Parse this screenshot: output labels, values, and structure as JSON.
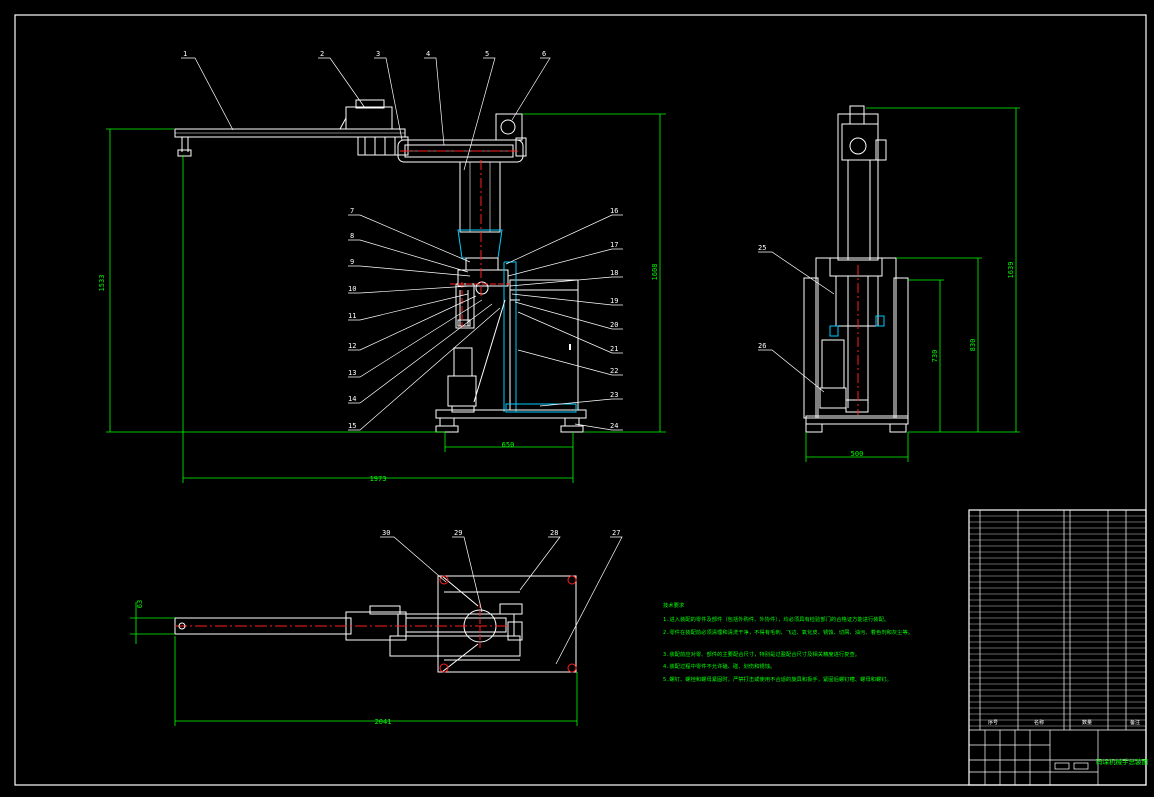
{
  "balloons": {
    "front": [
      "1",
      "2",
      "3",
      "4",
      "5",
      "6",
      "7",
      "8",
      "9",
      "10",
      "11",
      "12",
      "13",
      "14",
      "15",
      "16",
      "17",
      "18",
      "19",
      "20",
      "21",
      "22",
      "23",
      "24"
    ],
    "side": [
      "25",
      "26"
    ],
    "top": [
      "30",
      "29",
      "28",
      "27"
    ]
  },
  "dimensions": {
    "front_height": "1533",
    "front_height_right": "1608",
    "base_width": "650",
    "overall_length": "1973",
    "side_base_width": "500",
    "side_h1": "730",
    "side_h2": "830",
    "side_h3": "1639",
    "top_length": "2041",
    "top_small": "63"
  },
  "notes": {
    "heading": "技术要求",
    "lines": [
      "1.进入装配的零件及部件（包括外购件、外协件），均必须具有检验部门的合格证方能进行装配。",
      "2.零件在装配前必须清理和清洗干净，不得有毛刺、飞边、氧化皮、锈蚀、切屑、油污、着色剂和灰尘等。",
      "3.装配前应对零、部件的主要配合尺寸，特别是过盈配合尺寸及相关精度进行复查。",
      "4.装配过程中零件不允许磕、碰、划伤和锈蚀。",
      "5.螺钉、螺栓和螺母紧固时，严禁打击或使用不合适的旋具和扳手，紧固后螺钉槽、螺母和螺钉。"
    ]
  },
  "title_block": {
    "drawing_title": "码垛机械手总装图",
    "header_cols": [
      "序号",
      "名称",
      "数量",
      "备注"
    ]
  },
  "colors": {
    "line": "#ffffff",
    "dimension": "#00ff00",
    "center": "#ff2020",
    "hidden": "#00ccff",
    "leader": "#ffffff"
  }
}
